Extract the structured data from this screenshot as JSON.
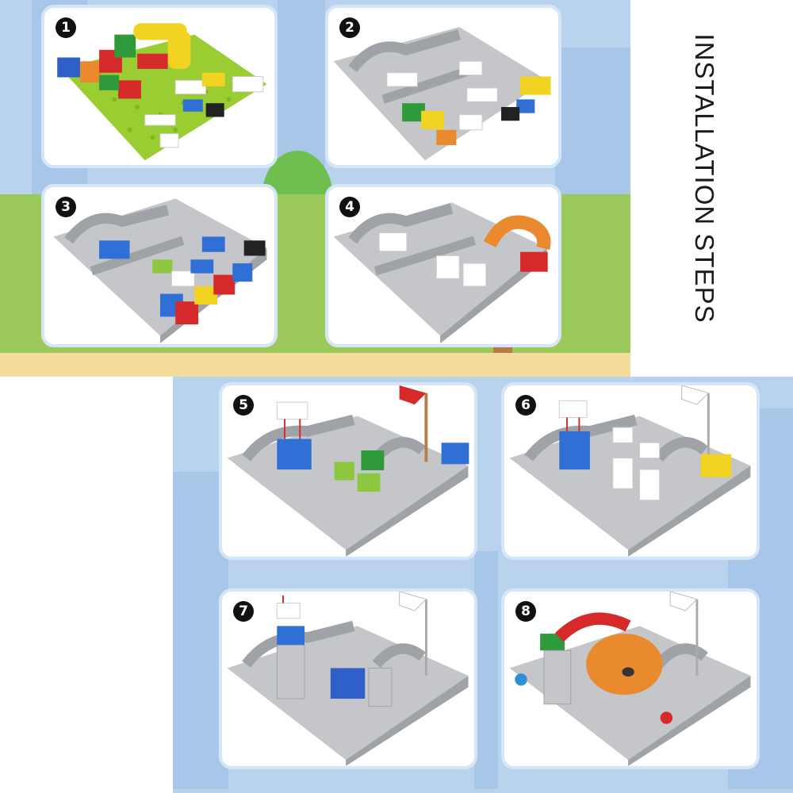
{
  "title": "INSTALLATION STEPS",
  "steps": [
    {
      "number": "1"
    },
    {
      "number": "2"
    },
    {
      "number": "3"
    },
    {
      "number": "4"
    },
    {
      "number": "5"
    },
    {
      "number": "6"
    },
    {
      "number": "7"
    },
    {
      "number": "8"
    }
  ],
  "colors": {
    "background": "#b9d3ee",
    "panel_border": "#d4e6f8",
    "track_gray": "#c4c6c9",
    "baseplate_green": "#9acd32",
    "red": "#d62a2a",
    "yellow": "#f3d321",
    "blue": "#2f6fd6",
    "orange": "#e98a2e"
  }
}
